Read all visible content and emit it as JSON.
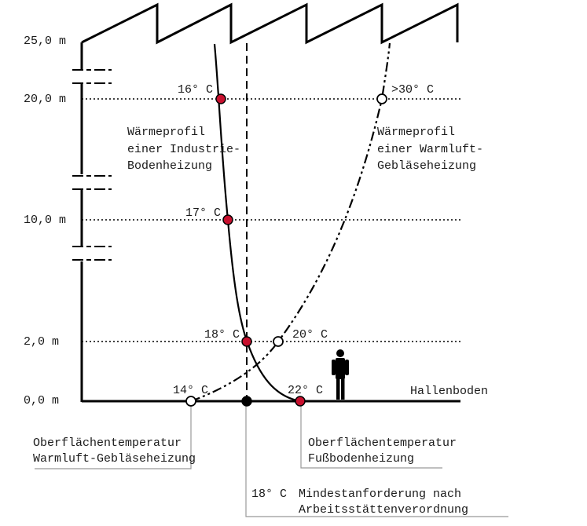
{
  "diagram": {
    "height_labels": [
      "25,0 m",
      "20,0 m",
      "10,0 m",
      "2,0 m",
      "0,0 m"
    ],
    "profile_floor": {
      "title_lines": [
        "Wärmeprofil",
        "einer Industrie-",
        "Bodenheizung"
      ],
      "points": [
        "16° C",
        "17° C",
        "18° C",
        "22° C"
      ]
    },
    "profile_air": {
      "title_lines": [
        "Wärmeprofil",
        "einer Warmluft-",
        "Gebläseheizung"
      ],
      "points": [
        ">30° C",
        "20° C",
        "14° C"
      ]
    },
    "floor_label": "Hallenboden",
    "callout_air": [
      "Oberflächentemperatur",
      "Warmluft-Gebläseheizung"
    ],
    "callout_floor": [
      "Oberflächentemperatur",
      "Fußbodenheizung"
    ],
    "callout_min_temp": "18° C",
    "callout_min": [
      "Mindestanforderung nach",
      "Arbeitsstättenverordnung"
    ],
    "colors": {
      "line": "#000000",
      "marker_red": "#c8102e",
      "callout_line": "#999999",
      "text": "#1a1a1a"
    },
    "icons": [
      "person-silhouette-icon"
    ]
  }
}
